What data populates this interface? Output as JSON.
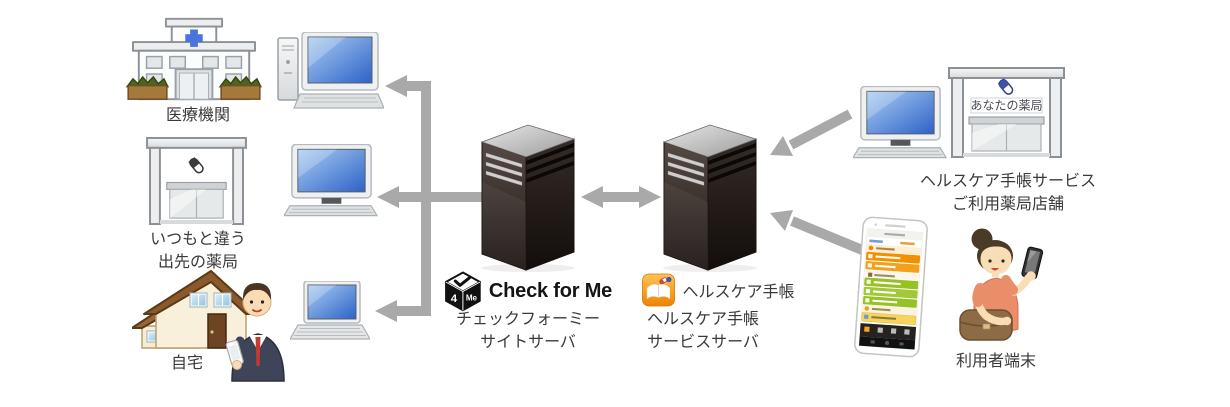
{
  "colors": {
    "arrow": "#a9a9a9",
    "brand_orange": "#f08300",
    "screen_blue": "#2d62c8"
  },
  "nodes": {
    "medical": {
      "label": "医療機関"
    },
    "away_pharmacy": {
      "label_line1": "いつもと違う",
      "label_line2": "出先の薬局"
    },
    "home": {
      "label": "自宅"
    },
    "checkforme_server": {
      "logo_text": "Check for Me",
      "cube_left_face": "4",
      "cube_right_face": "Me",
      "label_line1": "チェックフォーミー",
      "label_line2": "サイトサーバ"
    },
    "healthcare_server": {
      "logo_text": "ヘルスケア手帳",
      "label_line1": "ヘルスケア手帳",
      "label_line2": "サービスサーバ"
    },
    "member_pharmacy": {
      "shop_sign": "あなたの薬局",
      "label_line1": "ヘルスケア手帳サービス",
      "label_line2": "ご利用薬局店舗"
    },
    "user": {
      "label": "利用者端末"
    }
  }
}
